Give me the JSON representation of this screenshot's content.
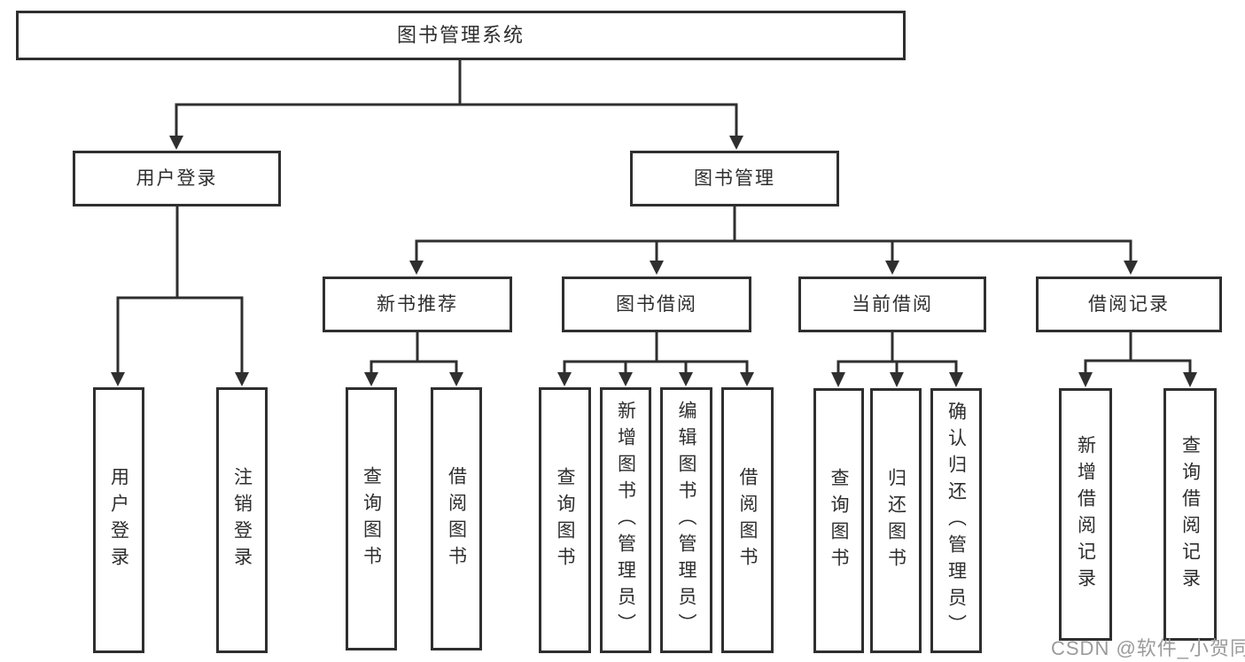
{
  "diagram": {
    "root": {
      "label": "图书管理系统"
    },
    "level2": [
      {
        "label": "用户登录"
      },
      {
        "label": "图书管理"
      }
    ],
    "level3": [
      {
        "label": "新书推荐"
      },
      {
        "label": "图书借阅"
      },
      {
        "label": "当前借阅"
      },
      {
        "label": "借阅记录"
      }
    ],
    "leaves": {
      "user_login": [
        {
          "label": "用户登录"
        },
        {
          "label": "注销登录"
        }
      ],
      "new_book_recommend": [
        {
          "label": "查询图书"
        },
        {
          "label": "借阅图书"
        }
      ],
      "book_borrowing": [
        {
          "label": "查询图书"
        },
        {
          "label": "新增图书（管理员）"
        },
        {
          "label": "编辑图书（管理员）"
        },
        {
          "label": "借阅图书"
        }
      ],
      "current_borrowing": [
        {
          "label": "查询图书"
        },
        {
          "label": "归还图书"
        },
        {
          "label": "确认归还（管理员）"
        }
      ],
      "borrowing_records": [
        {
          "label": "新增借阅记录"
        },
        {
          "label": "查询借阅记录"
        }
      ]
    }
  },
  "watermark": {
    "text": "CSDN @软件_小贺同学"
  },
  "colors": {
    "line": "#2f2f2f",
    "text": "#2e2e2e",
    "watermark": "#9b9b9b",
    "background": "#ffffff"
  }
}
